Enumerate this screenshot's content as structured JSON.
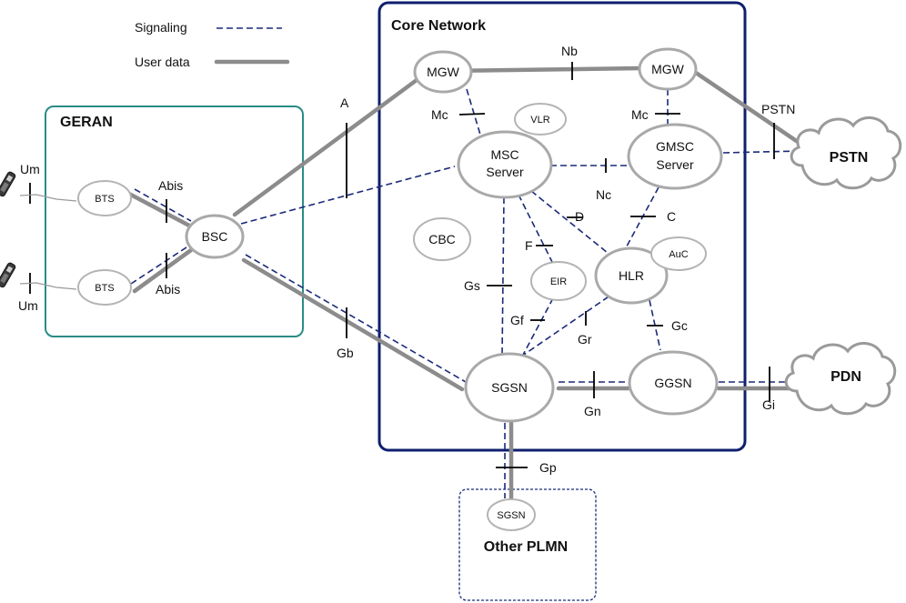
{
  "legend": {
    "signaling": "Signaling",
    "user_data": "User data"
  },
  "regions": {
    "core": "Core Network",
    "geran": "GERAN",
    "other_plmn": "Other PLMN"
  },
  "nodes": {
    "mgw_left": "MGW",
    "mgw_right": "MGW",
    "vlr": "VLR",
    "msc_server_l1": "MSC",
    "msc_server_l2": "Server",
    "gmsc_server_l1": "GMSC",
    "gmsc_server_l2": "Server",
    "cbc": "CBC",
    "eir": "EIR",
    "hlr": "HLR",
    "auc": "AuC",
    "sgsn": "SGSN",
    "ggsn": "GGSN",
    "sgsn_other": "SGSN",
    "bsc": "BSC",
    "bts_top": "BTS",
    "bts_bottom": "BTS",
    "pstn": "PSTN",
    "pdn": "PDN"
  },
  "interfaces": {
    "nb": "Nb",
    "mc_left": "Mc",
    "mc_right": "Mc",
    "a": "A",
    "pstn": "PSTN",
    "nc": "Nc",
    "d": "D",
    "c": "C",
    "f": "F",
    "gs": "Gs",
    "gf": "Gf",
    "gr": "Gr",
    "gc": "Gc",
    "gn": "Gn",
    "gi": "Gi",
    "gb": "Gb",
    "gp": "Gp",
    "abis_top": "Abis",
    "abis_bottom": "Abis",
    "um_top": "Um",
    "um_bottom": "Um"
  },
  "colors": {
    "core_border": "#0f1f6e",
    "geran_border": "#2a8c86",
    "signaling": "#1a2a7a",
    "user_data": "#8c8c8c"
  }
}
